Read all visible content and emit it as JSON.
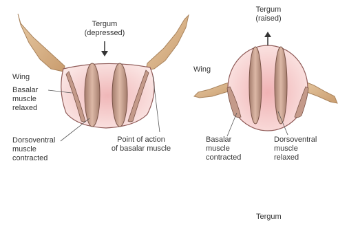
{
  "left_panel": {
    "tergum_title": "Tergum",
    "tergum_state": "(depressed)",
    "wing": "Wing",
    "basalar_relaxed": [
      "Basalar",
      "muscle",
      "relaxed"
    ],
    "dorsoventral_contracted": [
      "Dorsoventral",
      "muscle",
      "contracted"
    ],
    "point_of_action": [
      "Point of action",
      "of basalar muscle"
    ]
  },
  "right_panel": {
    "tergum_title": "Tergum",
    "tergum_state": "(raised)",
    "wing": "Wing",
    "basalar_contracted": [
      "Basalar",
      "muscle",
      "contracted"
    ],
    "dorsoventral_relaxed": [
      "Dorsoventral",
      "muscle",
      "relaxed"
    ]
  },
  "bottom_partial": {
    "tergum_title": "Tergum"
  },
  "colors": {
    "body_fill": "#f6d8d6",
    "body_outline": "#8f5a57",
    "wing_fill": "#d9b48a",
    "wing_outline": "#a9835c",
    "muscle_fill": "#c49a8a",
    "muscle_outline": "#7a5448",
    "arrow": "#333333"
  }
}
